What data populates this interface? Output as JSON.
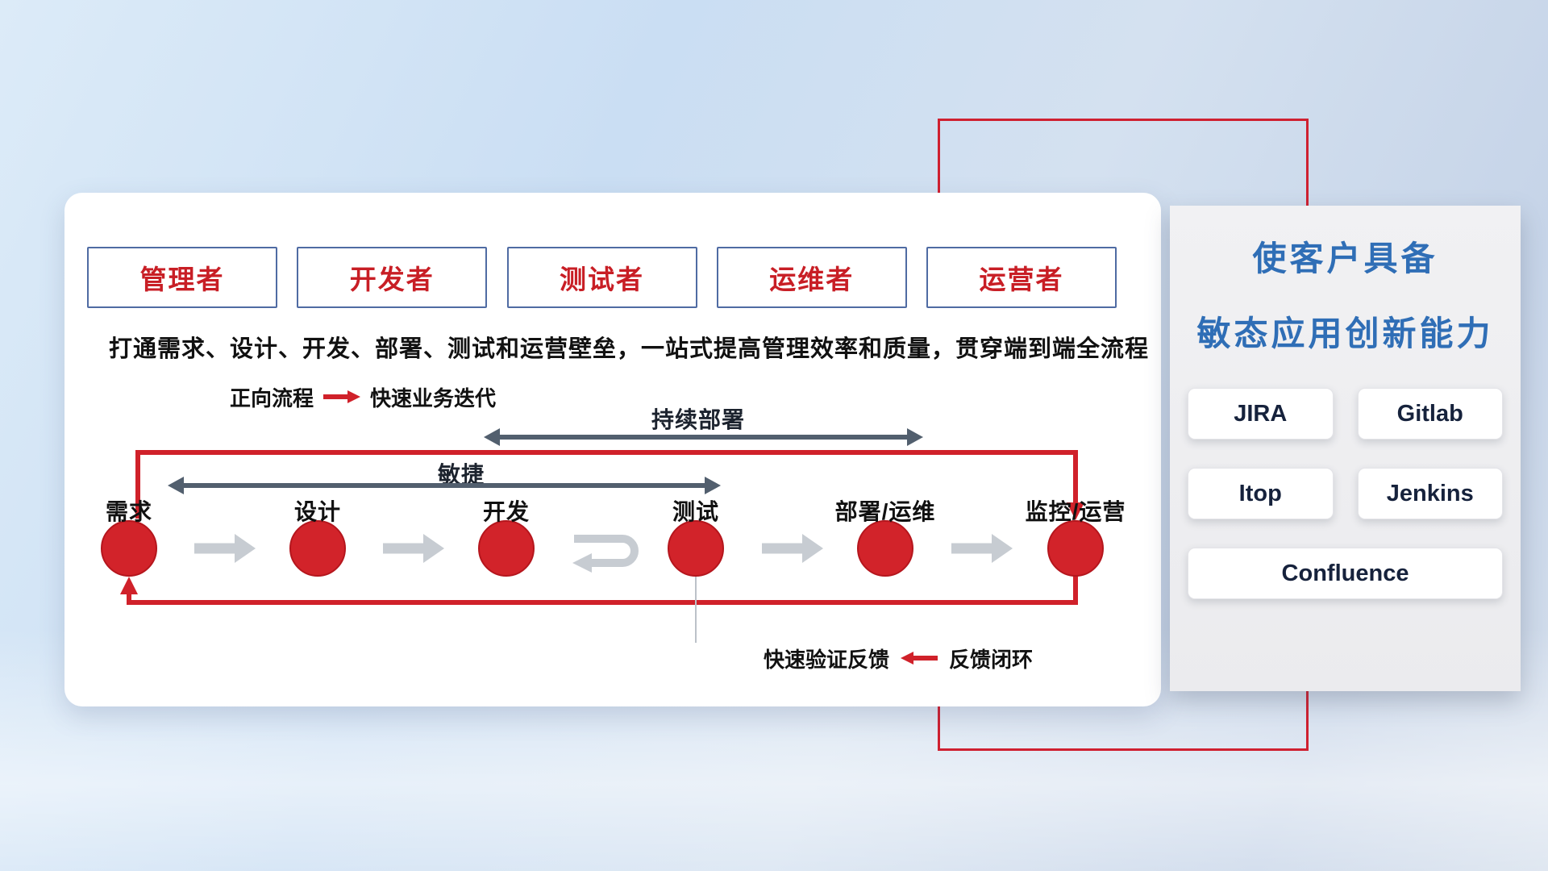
{
  "roles": [
    "管理者",
    "开发者",
    "测试者",
    "运维者",
    "运营者"
  ],
  "card": {
    "description": "打通需求、设计、开发、部署、测试和运营壁垒，一站式提高管理效率和质量，贯穿端到端全流程",
    "forward_label": "正向流程",
    "forward_value": "快速业务迭代",
    "continuous_deploy": "持续部署",
    "agile": "敏捷",
    "stages": [
      "需求",
      "设计",
      "开发",
      "测试",
      "部署/运维",
      "监控/运营"
    ],
    "feedback_fast": "快速验证反馈",
    "feedback_loop": "反馈闭环"
  },
  "panel": {
    "title_line1": "使客户具备",
    "title_line2": "敏态应用创新能力",
    "tools": [
      "JIRA",
      "Gitlab",
      "Itop",
      "Jenkins",
      "Confluence"
    ]
  },
  "colors": {
    "accent_red": "#d0212a",
    "title_blue": "#2f6eb6",
    "arrow_dark": "#525f6e",
    "arrow_gray": "#c7ccd2",
    "role_red": "#c81e25",
    "role_border_blue": "#4f6ba3"
  }
}
